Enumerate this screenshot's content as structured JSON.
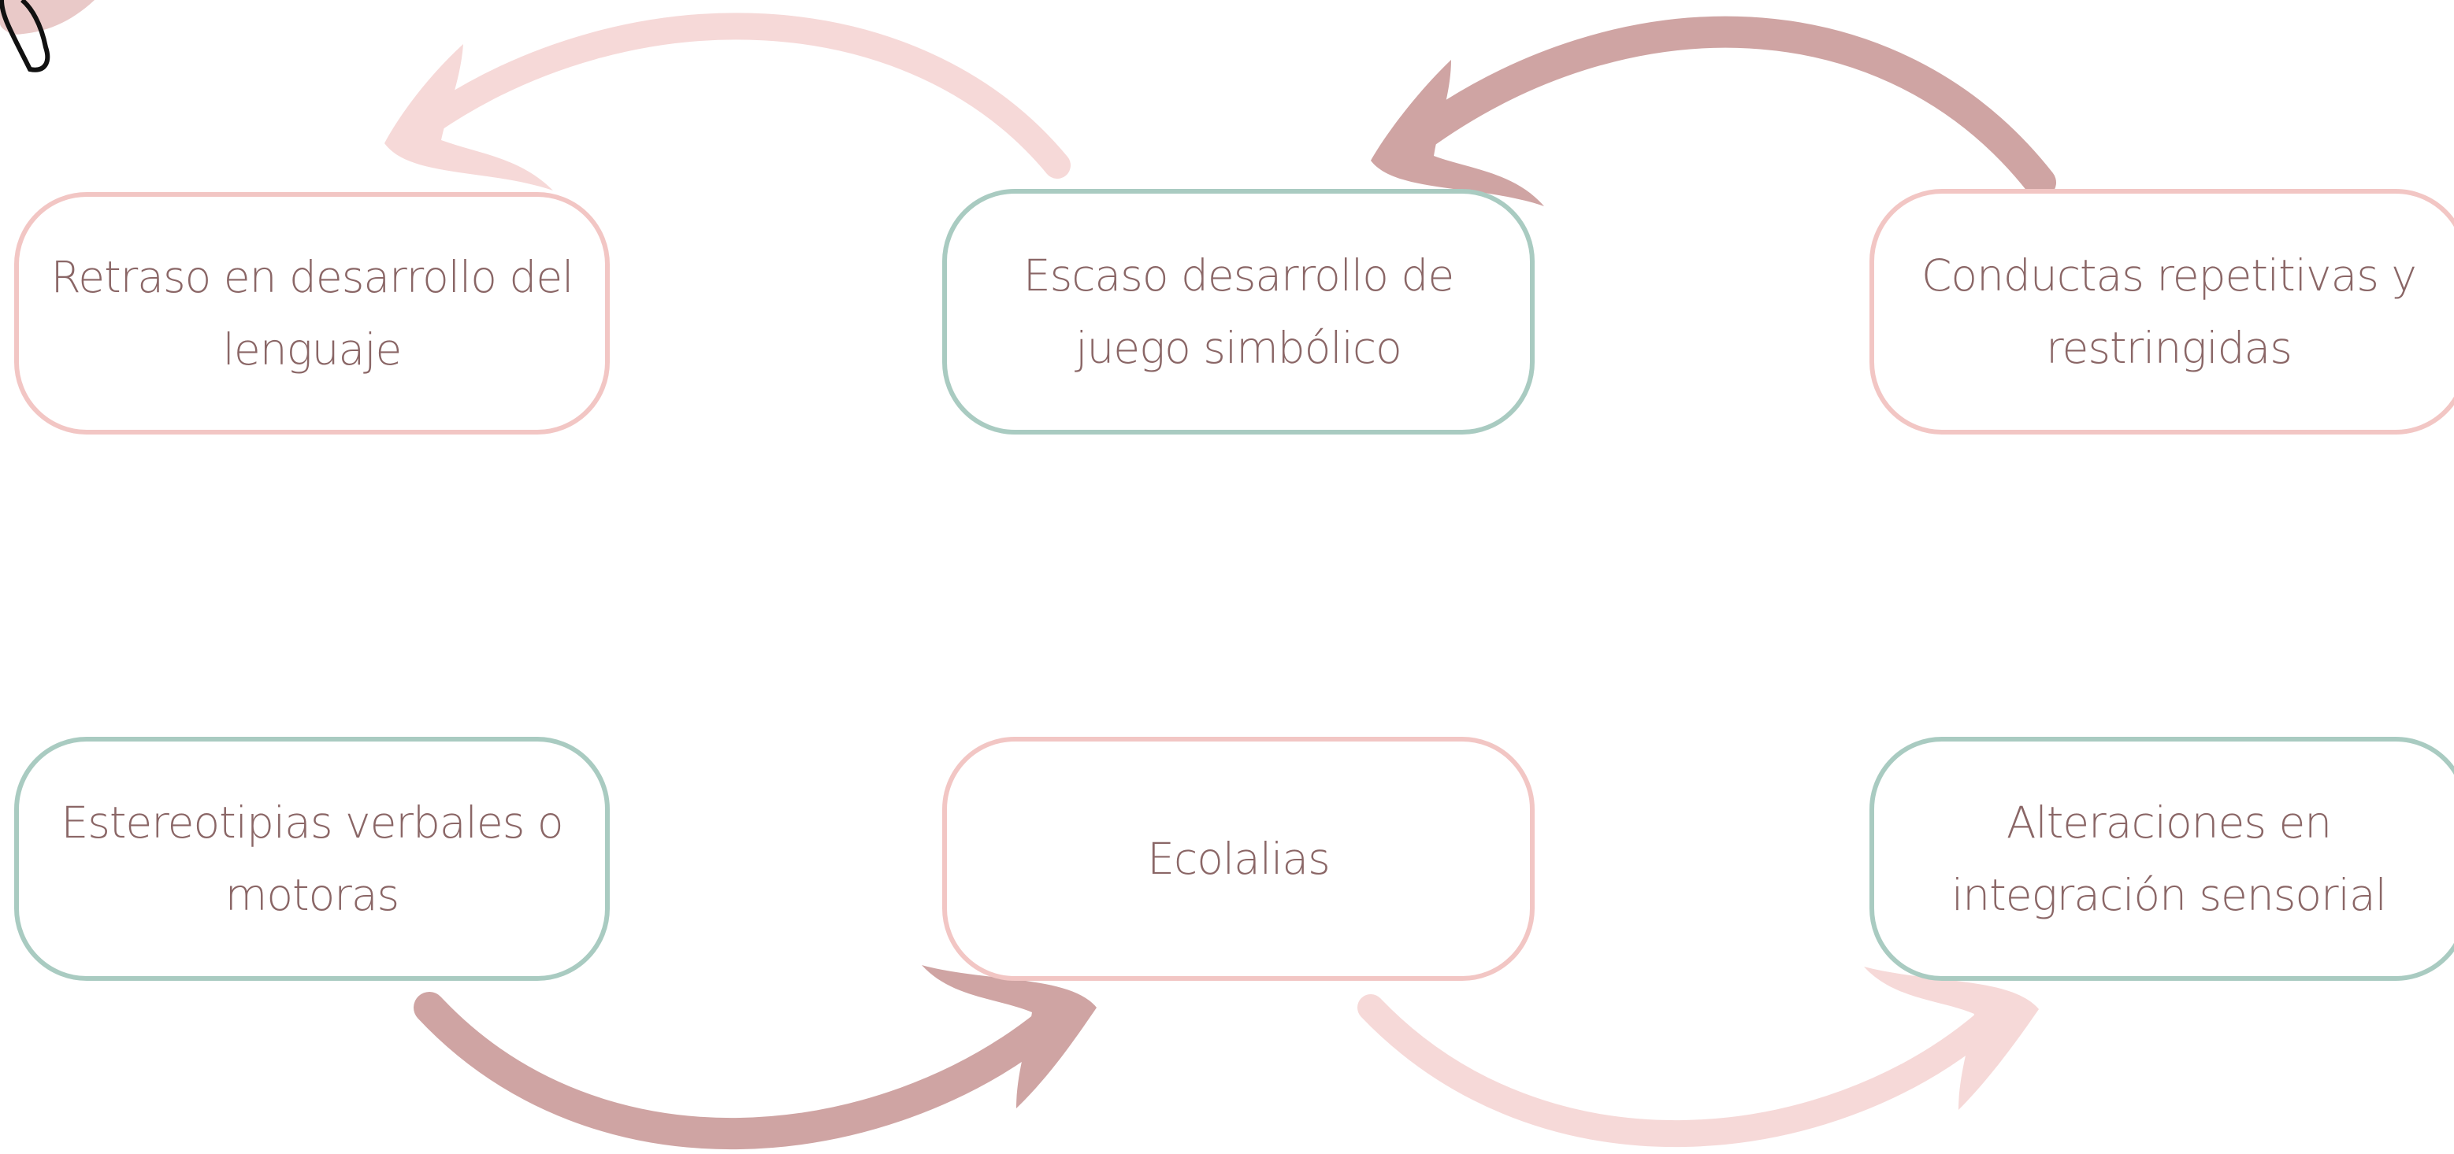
{
  "colors": {
    "pink_border": "#f2c6c4",
    "teal_border": "#a9cbc1",
    "text": "#8a6666",
    "arrow_dark": "#cfa4a3",
    "arrow_light": "#f6d9d8",
    "decor_pink": "#e9c9c8",
    "decor_outline": "#111111"
  },
  "nodes": [
    {
      "id": "retraso",
      "label": "Retraso en desarrollo del lenguaje",
      "border": "pink"
    },
    {
      "id": "juego",
      "label": "Escaso desarrollo de juego simbólico",
      "border": "teal"
    },
    {
      "id": "conductas",
      "label": "Conductas repetitivas y restringidas",
      "border": "pink"
    },
    {
      "id": "estereotipias",
      "label": "Estereotipias verbales o motoras",
      "border": "teal"
    },
    {
      "id": "ecolalias",
      "label": "Ecolalias",
      "border": "pink"
    },
    {
      "id": "alteraciones",
      "label": "Alteraciones en integración sensorial",
      "border": "teal"
    }
  ],
  "arrows": [
    {
      "from": "juego",
      "to": "retraso",
      "shade": "light"
    },
    {
      "from": "conductas",
      "to": "juego",
      "shade": "dark"
    },
    {
      "from": "estereotipias",
      "to": "ecolalias",
      "shade": "dark"
    },
    {
      "from": "ecolalias",
      "to": "alteraciones",
      "shade": "light"
    }
  ]
}
